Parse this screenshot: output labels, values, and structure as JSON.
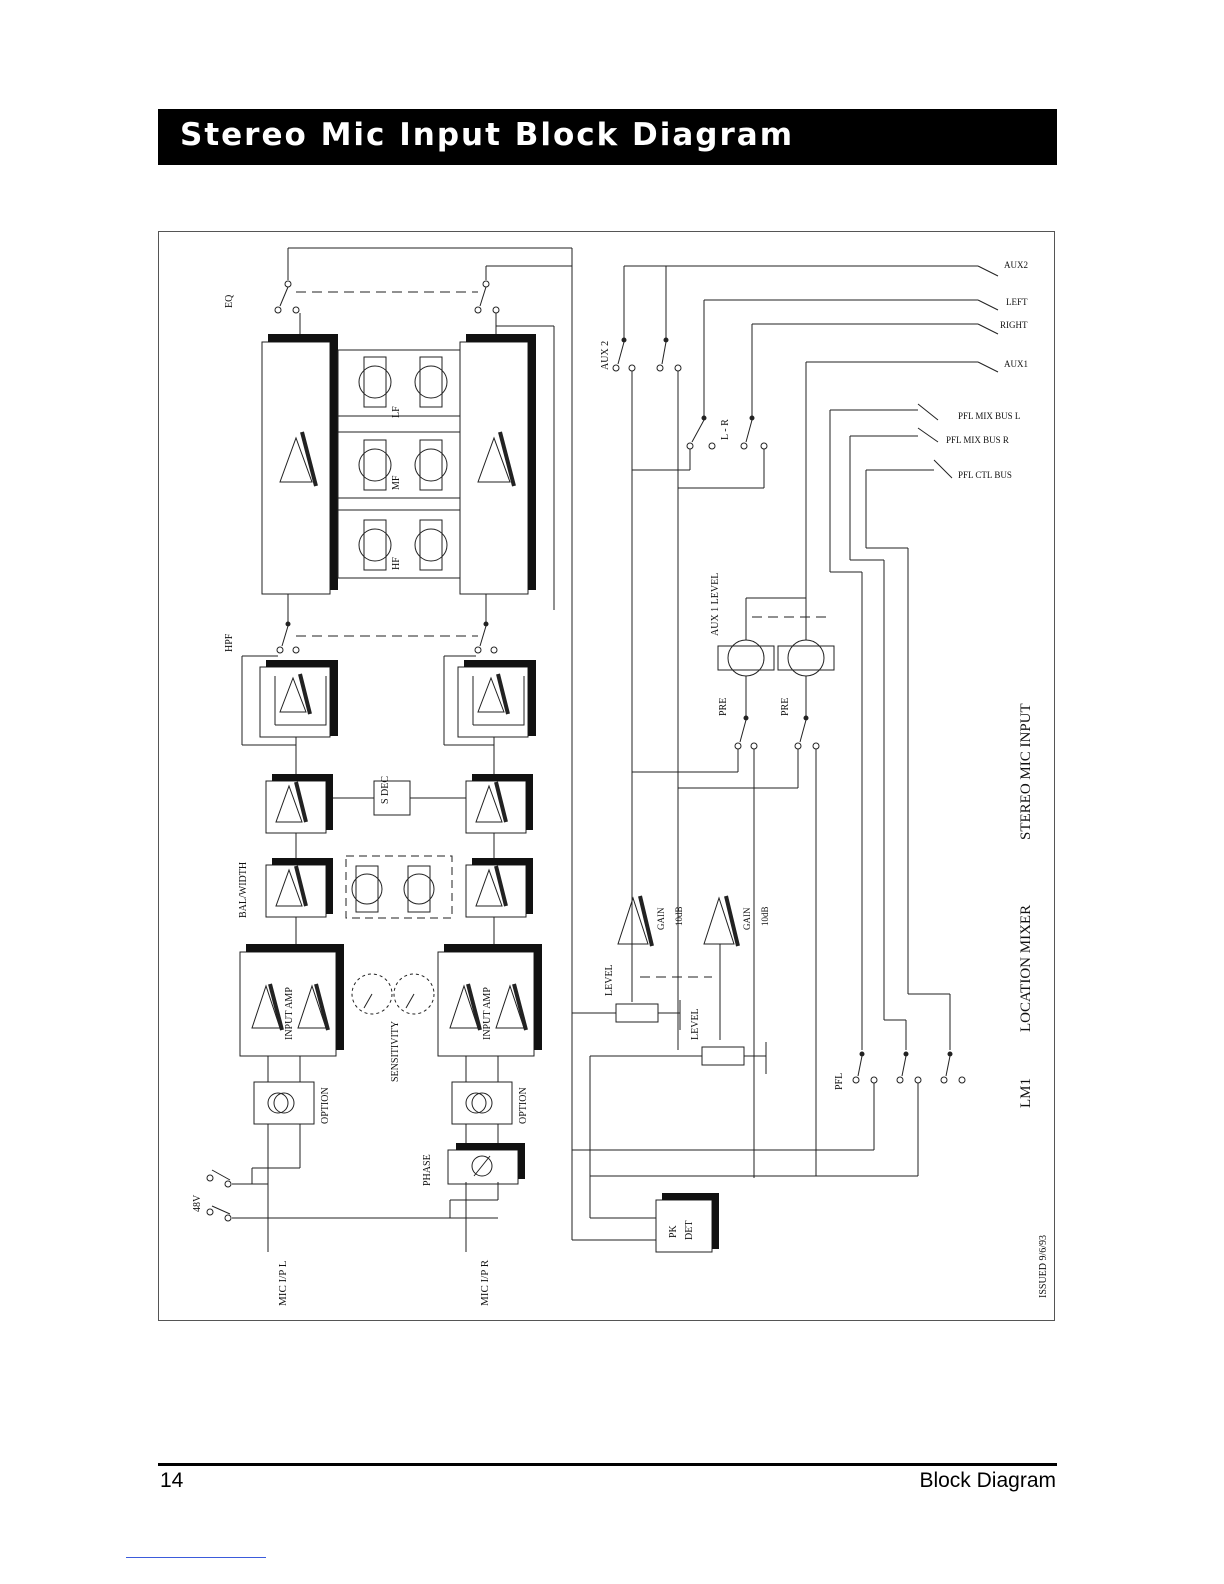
{
  "header": {
    "title": "Stereo Mic Input Block Diagram"
  },
  "diagram": {
    "outputs": [
      "AUX2",
      "LEFT",
      "RIGHT",
      "AUX1",
      "PFL MIX BUS L",
      "PFL MIX BUS R",
      "PFL CTL BUS"
    ],
    "labels": {
      "eq": "EQ",
      "lf": "LF",
      "mf": "MF",
      "hf": "HF",
      "hpf": "HPF",
      "sdec": "S DEC",
      "balwidth": "BAL/WIDTH",
      "input_amp": "INPUT AMP",
      "sensitivity": "SENSITIVITY",
      "option": "OPTION",
      "phase": "PHASE",
      "v48": "48V",
      "mic_l": "MIC I/P L",
      "mic_r": "MIC I/P R",
      "aux2": "AUX 2",
      "lr": "L - R",
      "aux1_level": "AUX 1 LEVEL",
      "pre": "PRE",
      "gain": "GAIN",
      "gain_db": "10dB",
      "level": "LEVEL",
      "pfl": "PFL",
      "pk": "PK",
      "det": "DET",
      "stereo_mic_input": "STEREO MIC INPUT",
      "location_mixer": "LOCATION MIXER",
      "lm1": "LM1",
      "issued": "ISSUED 9/6/93"
    }
  },
  "footer": {
    "page_number": "14",
    "section": "Block Diagram"
  }
}
